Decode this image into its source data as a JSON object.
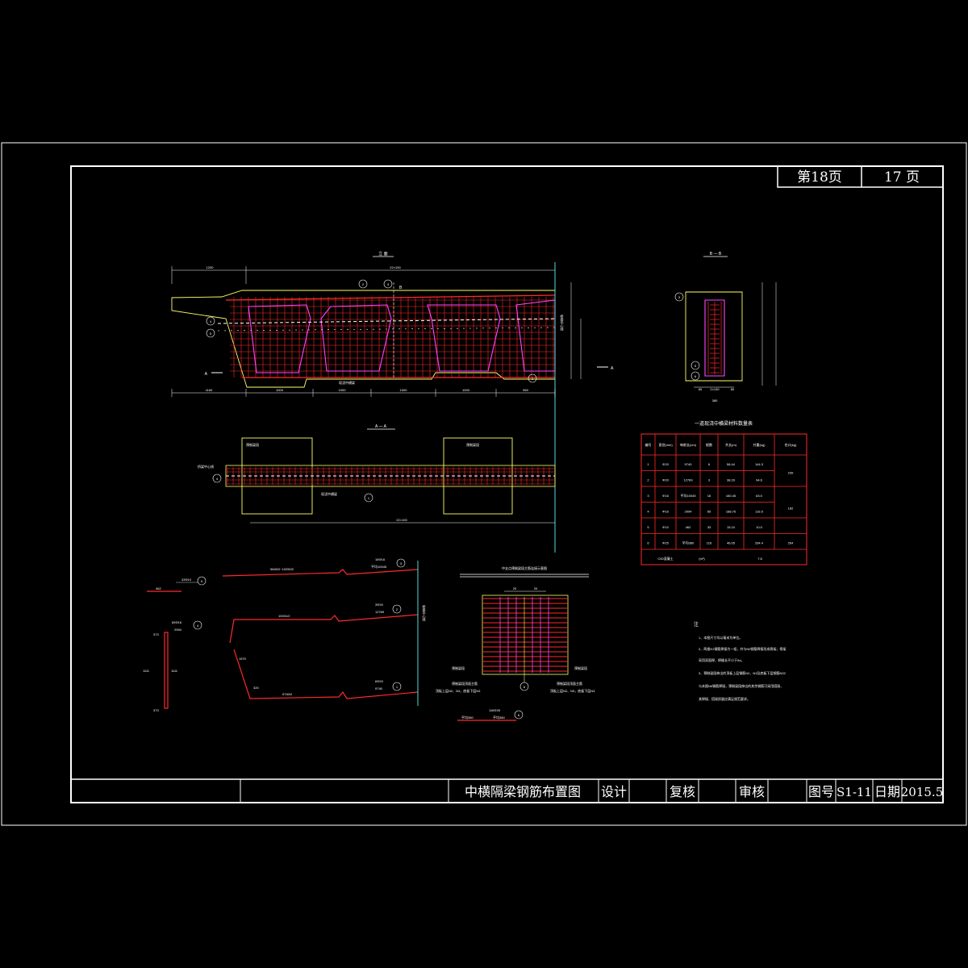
{
  "page": {
    "current": "第18页",
    "total": "17 页"
  },
  "title_block": {
    "title": "中横隔梁钢筋布置图",
    "design": "设计",
    "review": "复核",
    "audit": "审核",
    "drawing_no_label": "图号",
    "drawing_no": "S1-11",
    "date_label": "日期",
    "date": "2015.5"
  },
  "elevation": {
    "title": "立 面",
    "dims_top": [
      "1200",
      "22×100"
    ],
    "dims_bottom": [
      "1160",
      "1000",
      "1000",
      "1000",
      "1000",
      "950"
    ],
    "section_mark_left": "A",
    "section_mark_right": "A",
    "section_mark_top": "B",
    "callouts": [
      "1",
      "2",
      "3",
      "4",
      "5",
      "6"
    ],
    "center_label": "桥梁中心线",
    "note_label": "现浇中横梁"
  },
  "section_aa": {
    "title": "A — A",
    "label_left": "预制梁段",
    "label_right": "预制梁段",
    "center_label": "桥梁中心线",
    "mid_label": "现浇中横梁",
    "dim_bottom": "22×100",
    "callouts": [
      "4",
      "1"
    ]
  },
  "section_bb": {
    "title": "B — B",
    "dims_bottom": [
      "60",
      "2×130",
      "60"
    ],
    "dim_total": "380",
    "callouts": [
      "3",
      "5",
      "6"
    ]
  },
  "table": {
    "title": "一道现浇中横梁材料数量表",
    "headers": [
      "编号",
      "直径(mm)",
      "每根长(cm)",
      "根数",
      "共长(m)",
      "共重(kg)",
      "合计(kg)"
    ],
    "rows": [
      [
        "1",
        "Φ20",
        "9740",
        "6",
        "58.44",
        "144.3",
        "239"
      ],
      [
        "2",
        "Φ20",
        "12769",
        "3",
        "38.29",
        "94.6",
        ""
      ],
      [
        "3",
        "Φ16",
        "平均10045",
        "16",
        "160.45",
        "63.0",
        "182"
      ],
      [
        "4",
        "Φ16",
        "2994",
        "65",
        "188.76",
        "116.5",
        ""
      ],
      [
        "5",
        "Φ10",
        "462",
        "33",
        "15.24",
        "10.0",
        ""
      ],
      [
        "6",
        "Φ25",
        "平均380",
        "116",
        "46.05",
        "264.4",
        "264"
      ]
    ],
    "footer": [
      "C50混凝土",
      "(m³)",
      "7.8"
    ]
  },
  "bars": {
    "bar5": {
      "label": "33Φ10",
      "len": "462"
    },
    "bar4": {
      "label": "65Φ16",
      "len": "2994",
      "dims": [
        "373",
        "1111",
        "1111",
        "373"
      ]
    },
    "bar3": {
      "label": "16Φ16",
      "len": "平均10045",
      "text": "9840/2~10250/2"
    },
    "bar2": {
      "label": "3Φ20",
      "len": "12769",
      "text": "10031/2"
    },
    "bar1": {
      "label": "6Φ20",
      "len": "9740",
      "text": "9740/2",
      "hook": "320",
      "slope": "1570"
    },
    "bar6": {
      "label": "116Φ25",
      "len": "平均380",
      "text": "平均380"
    },
    "center_label": "桥梁中心线"
  },
  "splice": {
    "title": "中支点预制梁段主筋连接示意图",
    "dims": [
      "20",
      "20"
    ],
    "left_label": "预制梁段",
    "right_label": "预制梁段",
    "left_note_1": "预制梁段顶面主筋",
    "left_note_2": "顶板上层N2、N3，底板下层N3",
    "right_note_1": "预制梁段顶面主筋",
    "right_note_2": "顶板上层N2、N3，底板下层N3",
    "callout": "6"
  },
  "notes": {
    "title": "注",
    "items": [
      "1、本图尺寸均以毫米为单位。",
      "2、两根N1钢筋焊接为一组，并与N5钢筋焊接形成骨架，骨架",
      "   采用双面焊，焊缝长不小于5d。",
      "3、预制梁段伸出的顶板上层钢筋N2、N3及底板下层钢筋N32",
      "   与本图N6钢筋焊接，预制梁段伸出的其余钢筋可采用搭接，",
      "   其焊接、搭接质量应满足规范要求。"
    ]
  },
  "colors": {
    "frame": "#ffffff",
    "rebar": "#ff2a2a",
    "stirrup": "#ff44ff",
    "outline": "#ffff66",
    "center": "#55dddd"
  }
}
